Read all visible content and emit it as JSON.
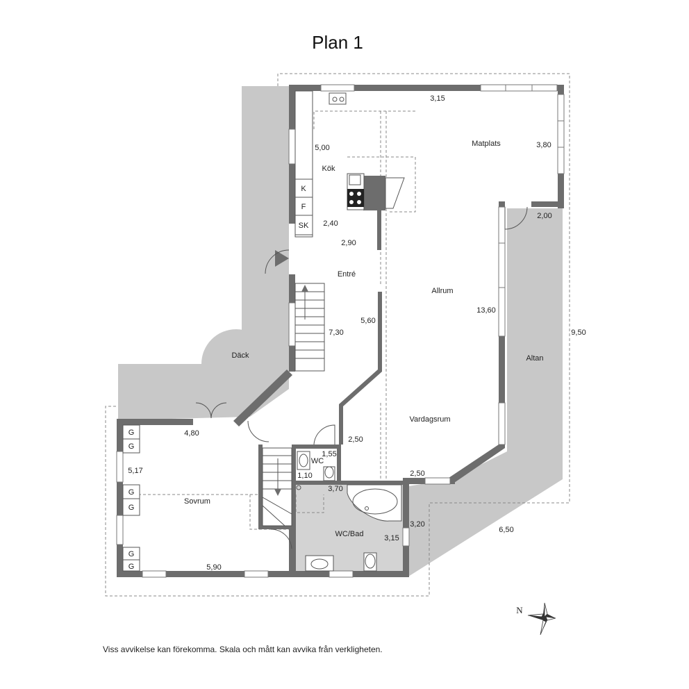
{
  "title": "Plan 1",
  "rooms": {
    "kok": "Kök",
    "matplats": "Matplats",
    "entre": "Entré",
    "allrum": "Allrum",
    "dack": "Däck",
    "altan": "Altan",
    "vardagsrum": "Vardagsrum",
    "wc": "WC",
    "sovrum": "Sovrum",
    "wc_bad": "WC/Bad"
  },
  "dimensions": {
    "d_315_top": "3,15",
    "d_500": "5,00",
    "d_380": "3,80",
    "d_200": "2,00",
    "d_240": "2,40",
    "d_290": "2,90",
    "d_730": "7,30",
    "d_560": "5,60",
    "d_1360": "13,60",
    "d_950": "9,50",
    "d_480": "4,80",
    "d_250a": "2,50",
    "d_155": "1,55",
    "d_517": "5,17",
    "d_110": "1,10",
    "d_250b": "2,50",
    "d_370": "3,70",
    "d_320": "3,20",
    "d_315_bath": "3,15",
    "d_650": "6,50",
    "d_590": "5,90"
  },
  "appliances": {
    "k": "K",
    "f": "F",
    "sk": "SK",
    "g": "G"
  },
  "compass": {
    "label": "N"
  },
  "disclaimer": "Viss avvikelse kan förekomma. Skala och mått kan avvika från verkligheten."
}
